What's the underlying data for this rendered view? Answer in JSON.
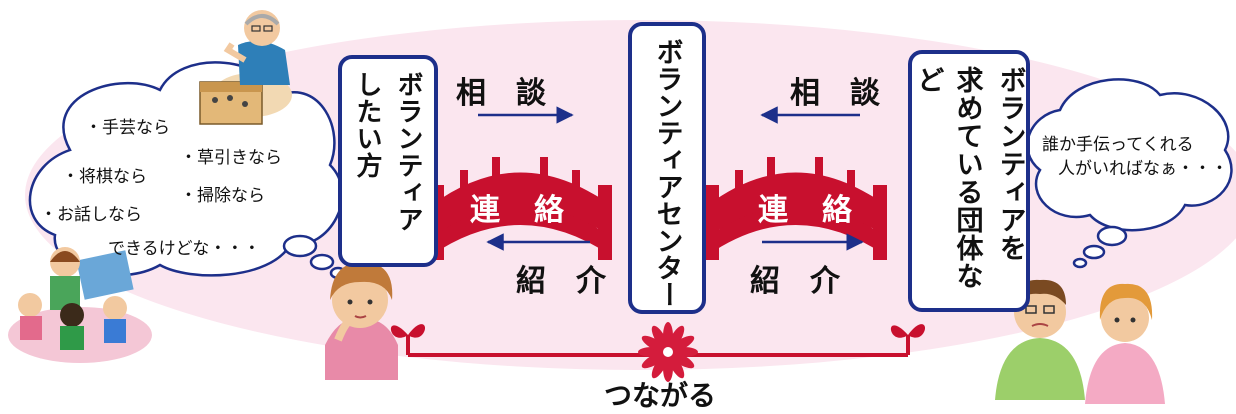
{
  "colors": {
    "ellipse": "#fbe6ef",
    "box_border": "#1d2f8a",
    "bridge": "#c8102e",
    "arrow": "#1d2f8a",
    "stem": "#c8102e",
    "flower": "#d41c3c"
  },
  "left_bubble": {
    "lines": [
      "・手芸なら",
      "・草引きなら",
      "・将棋なら",
      "・掃除なら",
      "・お話しなら",
      "できるけどな・・・"
    ]
  },
  "right_bubble": {
    "lines": [
      "誰か手伝ってくれる",
      "人がいればなぁ・・・"
    ]
  },
  "volunteer_person_box": {
    "col1": "ボランティア",
    "col2": "したい方"
  },
  "center_box": {
    "text": "ボランティアセンター"
  },
  "organization_box": {
    "col1": "ボランティアを",
    "col2": "求めている団体など"
  },
  "left_flow": {
    "top": "相　談",
    "bridge": "連　絡",
    "bottom": "紹　介"
  },
  "right_flow": {
    "top": "相　談",
    "bridge": "連　絡",
    "bottom": "紹　介"
  },
  "bottom_label": "つながる",
  "icons": {
    "grandpa": "elderly-man-shogi-icon",
    "children": "children-reading-icon",
    "woman_thinking": "thinking-woman-icon",
    "couple": "worried-couple-icon",
    "flower": "red-flower-icon"
  }
}
